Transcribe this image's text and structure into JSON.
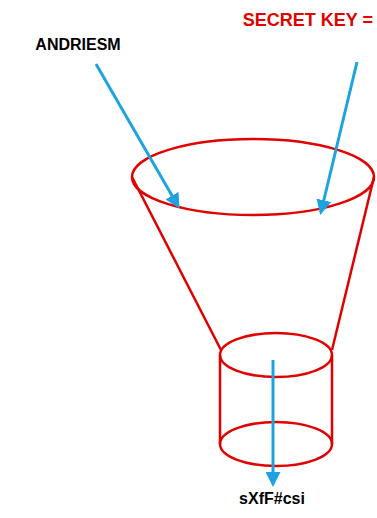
{
  "diagram": {
    "labels": [
      "ANDRIESM",
      "SECRET KEY =",
      "sXfF#csi"
    ]
  }
}
